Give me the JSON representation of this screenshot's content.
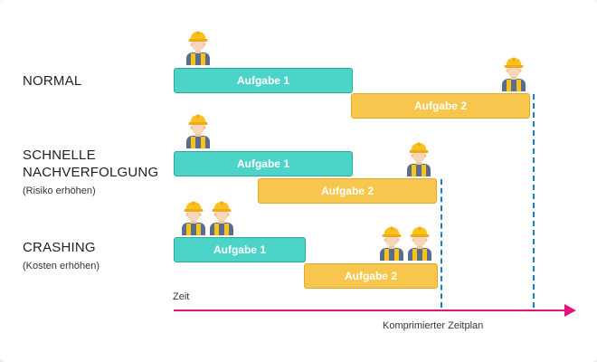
{
  "scenarios": [
    {
      "title": "NORMAL",
      "tasks": [
        {
          "label": "Aufgabe 1",
          "start": 0,
          "end": 2,
          "color": "#4dd4c9"
        },
        {
          "label": "Aufgabe 2",
          "start": 2,
          "end": 4,
          "color": "#f8c64d"
        }
      ],
      "task1_workers": 1,
      "task2_workers": 1
    },
    {
      "title_line1": "SCHNELLE",
      "title_line2": "NACHVERFOLGUNG",
      "subtitle": "(Risiko erhöhen)",
      "tasks": [
        {
          "label": "Aufgabe 1",
          "start": 0,
          "end": 2,
          "color": "#4dd4c9"
        },
        {
          "label": "Aufgabe 2",
          "start": 1,
          "end": 3,
          "color": "#f8c64d"
        }
      ],
      "task1_workers": 1,
      "task2_workers": 1
    },
    {
      "title": "CRASHING",
      "subtitle": "(Kosten erhöhen)",
      "tasks": [
        {
          "label": "Aufgabe 1",
          "start": 0,
          "end": 1.5,
          "color": "#4dd4c9"
        },
        {
          "label": "Aufgabe 2",
          "start": 1.5,
          "end": 3,
          "color": "#f8c64d"
        }
      ],
      "task1_workers": 2,
      "task2_workers": 2
    }
  ],
  "axis": {
    "label": "Zeit",
    "compressed_label": "Komprimierter Zeitplan",
    "color": "#e2147a"
  },
  "icons": {
    "worker": "construction-worker-icon",
    "deadline_marker_color": "#1780c2"
  }
}
